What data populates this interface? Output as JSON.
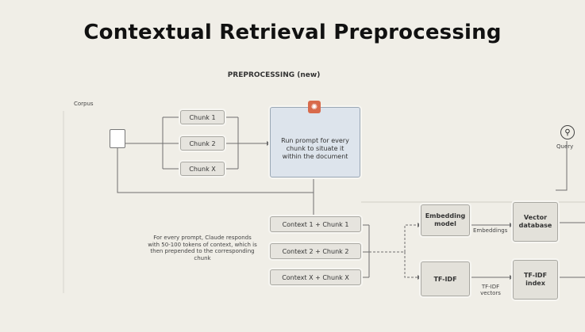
{
  "title": "Contextual Retrieval Preprocessing",
  "section_label": "PREPROCESSING (new)",
  "corpus_label": "Corpus",
  "chunks": [
    "Chunk 1",
    "Chunk 2",
    "Chunk X"
  ],
  "prompt_text": "Run prompt for every chunk to situate it within the document",
  "prompt_icon": "claude-icon",
  "contexts": [
    "Context 1 + Chunk 1",
    "Context 2 + Chunk 2",
    "Context X + Chunk X"
  ],
  "note": "For every prompt, Claude responds with 50-100 tokens of context, which is then prepended to the corresponding chunk",
  "embedding_model": "Embedding model",
  "embeddings_label": "Embeddings",
  "vector_db": "Vector database",
  "tfidf": "TF-IDF",
  "tfidf_vectors_label": "TF-IDF vectors",
  "tfidf_index": "TF-IDF index",
  "query_label": "Query",
  "colors": {
    "background": "#f0eee7",
    "prompt_box": "#dde4ec",
    "accent": "#d86a4b"
  }
}
